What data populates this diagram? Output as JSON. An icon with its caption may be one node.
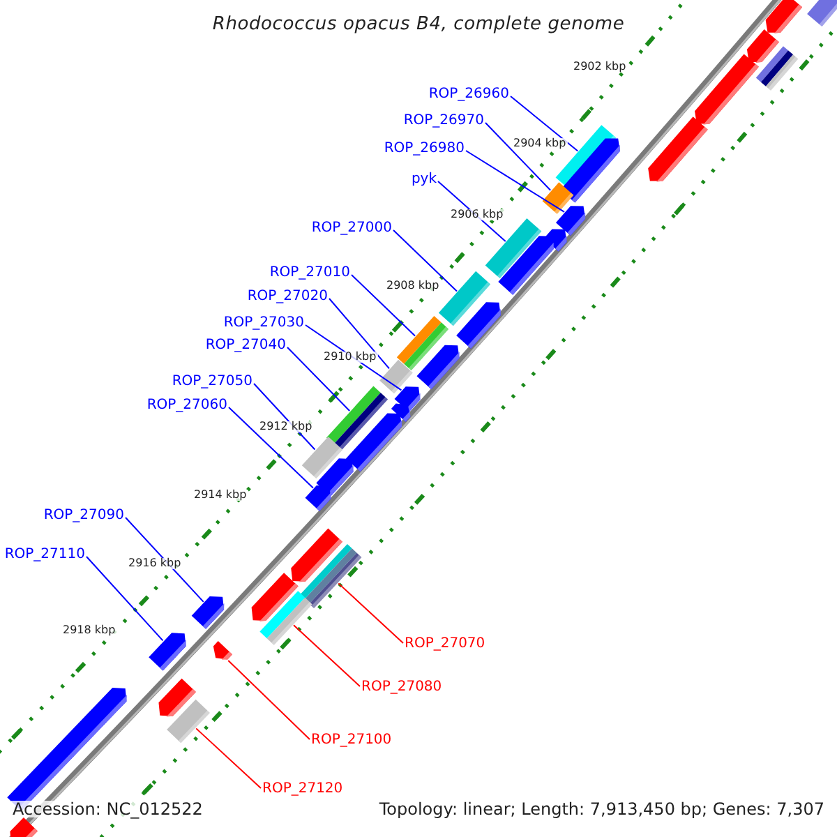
{
  "diagram": {
    "title": "Rhodococcus opacus B4, complete genome",
    "nodes": [
      {
        "text": [
          "ROP_26960"
        ]
      },
      {
        "text": [
          "ROP_26970"
        ]
      },
      {
        "text": [
          "ROP_26980"
        ]
      },
      {
        "text": [
          "pyk"
        ]
      },
      {
        "text": [
          "ROP_27000"
        ]
      },
      {
        "text": [
          "ROP_27010"
        ]
      },
      {
        "text": [
          "ROP_27020"
        ]
      },
      {
        "text": [
          "ROP_27030"
        ]
      },
      {
        "text": [
          "ROP_27040"
        ]
      },
      {
        "text": [
          "ROP_27050"
        ]
      },
      {
        "text": [
          "ROP_27060"
        ]
      },
      {
        "text": [
          "ROP_27090"
        ]
      },
      {
        "text": [
          "ROP_27110"
        ]
      },
      {
        "text": [
          "ROP_27070"
        ]
      },
      {
        "text": [
          "ROP_27080"
        ]
      },
      {
        "text": [
          "ROP_27100"
        ]
      },
      {
        "text": [
          "ROP_27120"
        ]
      },
      {
        "text": [],
        "shape": "box"
      },
      {
        "text": [],
        "shape": "arrow"
      },
      {
        "text": [],
        "shape": "arrow"
      },
      {
        "text": [],
        "shape": "box"
      },
      {
        "text": [],
        "shape": "arrow"
      },
      {
        "text": [],
        "shape": "arrow"
      },
      {
        "text": [],
        "shape": "box"
      },
      {
        "text": [],
        "shape": "arrow"
      },
      {
        "text": [],
        "shape": "box"
      },
      {
        "text": [],
        "shape": "arrow"
      },
      {
        "text": [],
        "shape": "arrow"
      },
      {
        "text": [],
        "shape": "box"
      },
      {
        "text": [],
        "shape": "arrow"
      },
      {
        "text": [],
        "shape": "box"
      },
      {
        "text": [],
        "shape": "arrow"
      },
      {
        "text": [],
        "shape": "box"
      },
      {
        "text": [],
        "shape": "arrow"
      },
      {
        "text": [],
        "shape": "box"
      },
      {
        "text": [],
        "shape": "arrow"
      },
      {
        "text": [],
        "shape": "arrow"
      },
      {
        "text": [],
        "shape": "box"
      },
      {
        "text": [],
        "shape": "arrow"
      },
      {
        "text": [],
        "shape": "box"
      },
      {
        "text": [],
        "shape": "arrow"
      },
      {
        "text": [],
        "shape": "arrow"
      },
      {
        "text": [],
        "shape": "arrow"
      },
      {
        "text": [],
        "shape": "box"
      },
      {
        "text": [],
        "shape": "arrow"
      },
      {
        "text": [],
        "shape": "arrow"
      },
      {
        "text": [],
        "shape": "box"
      },
      {
        "text": [],
        "shape": "arrow"
      },
      {
        "text": [],
        "shape": "arrow"
      },
      {
        "text": [],
        "shape": "arrow"
      },
      {
        "text": [],
        "shape": "box"
      },
      {
        "text": [],
        "shape": "arrow"
      },
      {
        "text": [],
        "shape": "arrow"
      }
    ],
    "edges": [
      {
        "from": 0,
        "to": 23,
        "arrow": "none"
      },
      {
        "from": 1,
        "to": 25,
        "arrow": "none"
      },
      {
        "from": 2,
        "to": 26,
        "arrow": "none"
      },
      {
        "from": 3,
        "to": 28,
        "arrow": "none"
      },
      {
        "from": 4,
        "to": 30,
        "arrow": "none"
      },
      {
        "from": 5,
        "to": 32,
        "arrow": "none"
      },
      {
        "from": 6,
        "to": 34,
        "arrow": "none"
      },
      {
        "from": 7,
        "to": 35,
        "arrow": "none"
      },
      {
        "from": 8,
        "to": 37,
        "arrow": "none"
      },
      {
        "from": 9,
        "to": 39,
        "arrow": "none"
      },
      {
        "from": 10,
        "to": 41,
        "arrow": "none"
      },
      {
        "from": 11,
        "to": 45,
        "arrow": "none"
      },
      {
        "from": 12,
        "to": 47,
        "arrow": "none"
      },
      {
        "from": 13,
        "to": 43,
        "arrow": "none",
        "color": "#ff0000"
      },
      {
        "from": 14,
        "to": 46,
        "arrow": "none",
        "color": "#ff0000"
      },
      {
        "from": 15,
        "to": 48,
        "arrow": "none",
        "color": "#ff0000"
      },
      {
        "from": 16,
        "to": 50,
        "arrow": "none",
        "color": "#ff0000"
      }
    ],
    "labels": [
      "2902 kbp",
      "2904 kbp",
      "2906 kbp",
      "2908 kbp",
      "2910 kbp",
      "2912 kbp",
      "2914 kbp",
      "2916 kbp",
      "2918 kbp",
      "Accession: NC_012522",
      "Topology: linear; Length: 7,913,450 bp; Genes: 7,307"
    ]
  }
}
